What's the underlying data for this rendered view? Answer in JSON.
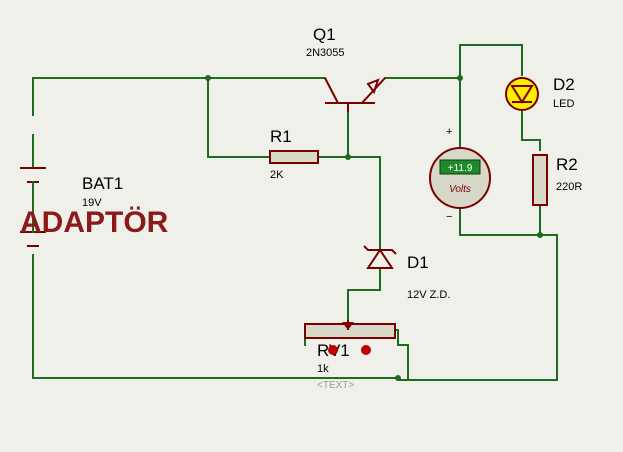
{
  "title_overlay": "ADAPTÖR",
  "components": {
    "q1": {
      "ref": "Q1",
      "value": "2N3055"
    },
    "r1": {
      "ref": "R1",
      "value": "2K"
    },
    "r2": {
      "ref": "R2",
      "value": "220R"
    },
    "d1": {
      "ref": "D1",
      "value": "12V Z.D."
    },
    "d2": {
      "ref": "D2",
      "value": "LED"
    },
    "bat1": {
      "ref": "BAT1",
      "value": "19V"
    },
    "rv1": {
      "ref": "RV1",
      "value": "1k",
      "text_placeholder": "<TEXT>"
    },
    "voltmeter": {
      "reading": "+11.9",
      "unit": "Volts",
      "plus": "+",
      "minus": "−"
    }
  },
  "colors": {
    "background": "#f0f0ea",
    "wire": "#1f6b1f",
    "component": "#7a0000",
    "adaptor_text": "#8b1a1a",
    "meter_fill": "#d8d8c8",
    "meter_display": "#1f8a2a",
    "led_fill": "#ffee00"
  }
}
